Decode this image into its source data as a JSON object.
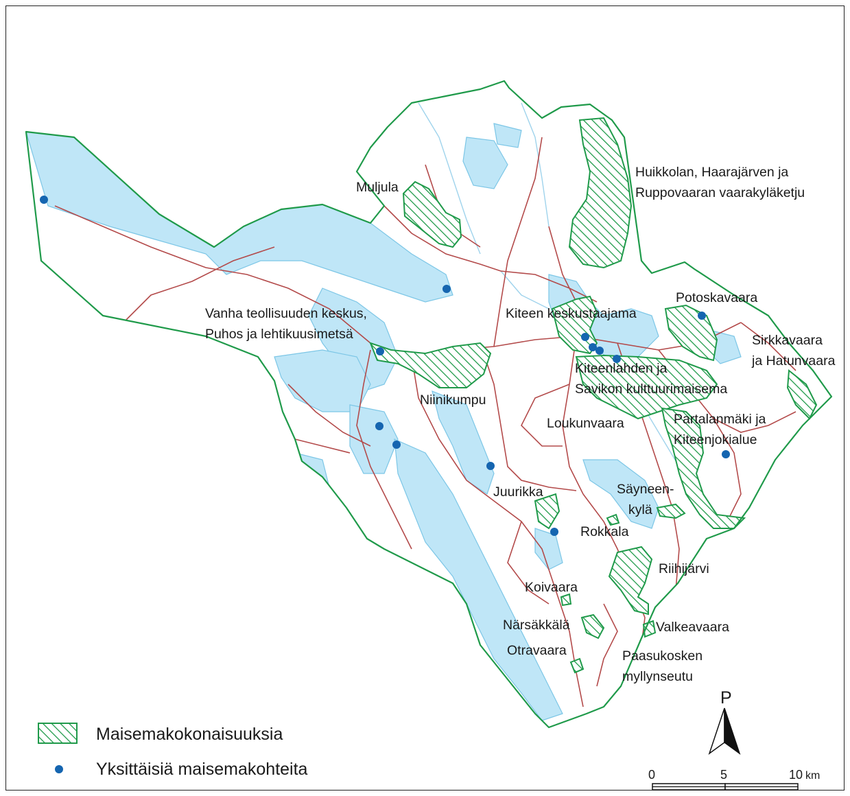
{
  "map": {
    "colors": {
      "water": "#bfe6f7",
      "water_stroke": "#7cc6e6",
      "boundary": "#1f9a4a",
      "road": "#b34a4a",
      "area_hatch": "#1f9a4a",
      "point": "#1565b0"
    },
    "place_labels": [
      {
        "id": "muljula",
        "lines": [
          "Muljula"
        ]
      },
      {
        "id": "huikkola",
        "lines": [
          "Huikkolan, Haarajärven ja",
          "Ruppovaaran vaarakyläketju"
        ]
      },
      {
        "id": "vanha",
        "lines": [
          "Vanha teollisuuden keskus,",
          "Puhos ja lehtikuusimetsä"
        ]
      },
      {
        "id": "kitee",
        "lines": [
          "Kiteen keskustaajama"
        ]
      },
      {
        "id": "potoska",
        "lines": [
          "Potoskavaara"
        ]
      },
      {
        "id": "sirkka",
        "lines": [
          "Sirkkavaara",
          "ja Hatunvaara"
        ]
      },
      {
        "id": "kiteenlahti",
        "lines": [
          "Kiteenlahden ja",
          "Savikon kulttuurimaisema"
        ]
      },
      {
        "id": "niinikumpu",
        "lines": [
          "Niinikumpu"
        ]
      },
      {
        "id": "loukun",
        "lines": [
          "Loukunvaara"
        ]
      },
      {
        "id": "partala",
        "lines": [
          "Partalanmäki ja",
          "Kiteenjokialue"
        ]
      },
      {
        "id": "juurikka",
        "lines": [
          "Juurikka"
        ]
      },
      {
        "id": "sayneen",
        "lines": [
          "Säyneen-",
          "kylä"
        ]
      },
      {
        "id": "rokkala",
        "lines": [
          "Rokkala"
        ]
      },
      {
        "id": "riihi",
        "lines": [
          "Riihijärvi"
        ]
      },
      {
        "id": "koivaara",
        "lines": [
          "Koivaara"
        ]
      },
      {
        "id": "narsakkala",
        "lines": [
          "Närsäkkälä"
        ]
      },
      {
        "id": "valkea",
        "lines": [
          "Valkeavaara"
        ]
      },
      {
        "id": "otravaara",
        "lines": [
          "Otravaara"
        ]
      },
      {
        "id": "paasu",
        "lines": [
          "Paasukosken",
          "myllynseutu"
        ]
      }
    ],
    "legend": {
      "area_label": "Maisemakokonaisuuksia",
      "point_label": "Yksittäisiä maisemakohteita"
    },
    "north_arrow": {
      "label": "P"
    },
    "scale_bar": {
      "ticks": [
        "0",
        "5",
        "10"
      ],
      "unit": "km"
    }
  }
}
